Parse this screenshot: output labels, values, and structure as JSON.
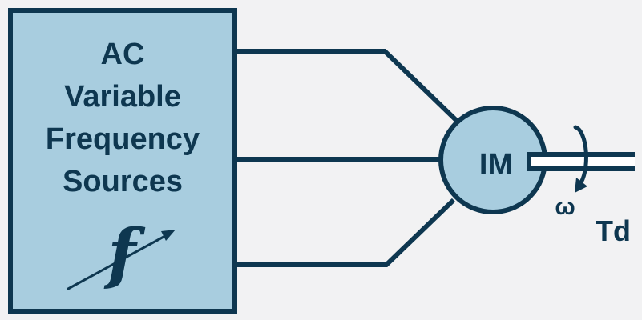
{
  "colors": {
    "background": "#f2f2f3",
    "ink": "#0e3750",
    "panel_fill": "#a8cddf",
    "shaft_fill": "#ffffff"
  },
  "source_box": {
    "label_lines": [
      "AC",
      "Variable",
      "Frequency",
      "Sources"
    ],
    "frequency_symbol": "f"
  },
  "motor": {
    "label": "IM"
  },
  "shaft": {
    "speed_label": "ω",
    "torque_label": "Td"
  }
}
